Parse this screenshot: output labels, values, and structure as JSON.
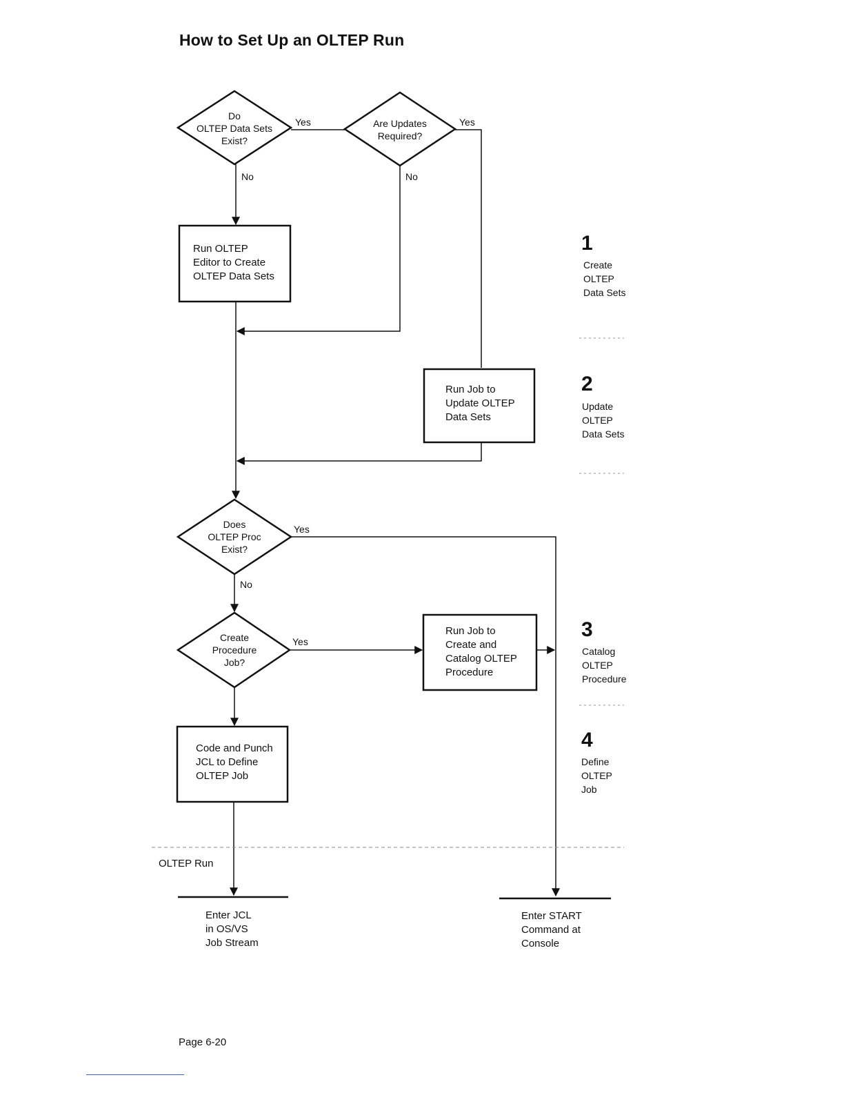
{
  "title": "How to Set Up an OLTEP Run",
  "decisions": {
    "data_sets_exist": "Do\nOLTEP Data Sets\nExist?",
    "updates_required": "Are Updates\nRequired?",
    "proc_exists": "Does\nOLTEP Proc\nExist?",
    "create_procedure": "Create\nProcedure\nJob?"
  },
  "processes": {
    "run_editor": "Run OLTEP\nEditor to Create\nOLTEP Data Sets",
    "update_job": "Run Job to\nUpdate OLTEP\nData Sets",
    "catalog_job": "Run Job to\nCreate and\nCatalog OLTEP\nProcedure",
    "code_jcl": "Code and Punch\nJCL to Define\nOLTEP Job"
  },
  "edge_labels": {
    "yes_1": "Yes",
    "no_1": "No",
    "yes_2": "Yes",
    "no_2": "No",
    "yes_3": "Yes",
    "no_3": "No",
    "yes_4": "Yes"
  },
  "steps": [
    {
      "number": "1",
      "label": "Create\nOLTEP\nData Sets"
    },
    {
      "number": "2",
      "label": "Update\nOLTEP\nData Sets"
    },
    {
      "number": "3",
      "label": "Catalog\nOLTEP\nProcedure"
    },
    {
      "number": "4",
      "label": "Define\nOLTEP\nJob"
    }
  ],
  "run_section_label": "OLTEP Run",
  "endpoints": {
    "enter_jcl": "Enter JCL\nin OS/VS\nJob Stream",
    "enter_start": "Enter START\nCommand at\nConsole"
  },
  "page_number": "Page 6-20"
}
